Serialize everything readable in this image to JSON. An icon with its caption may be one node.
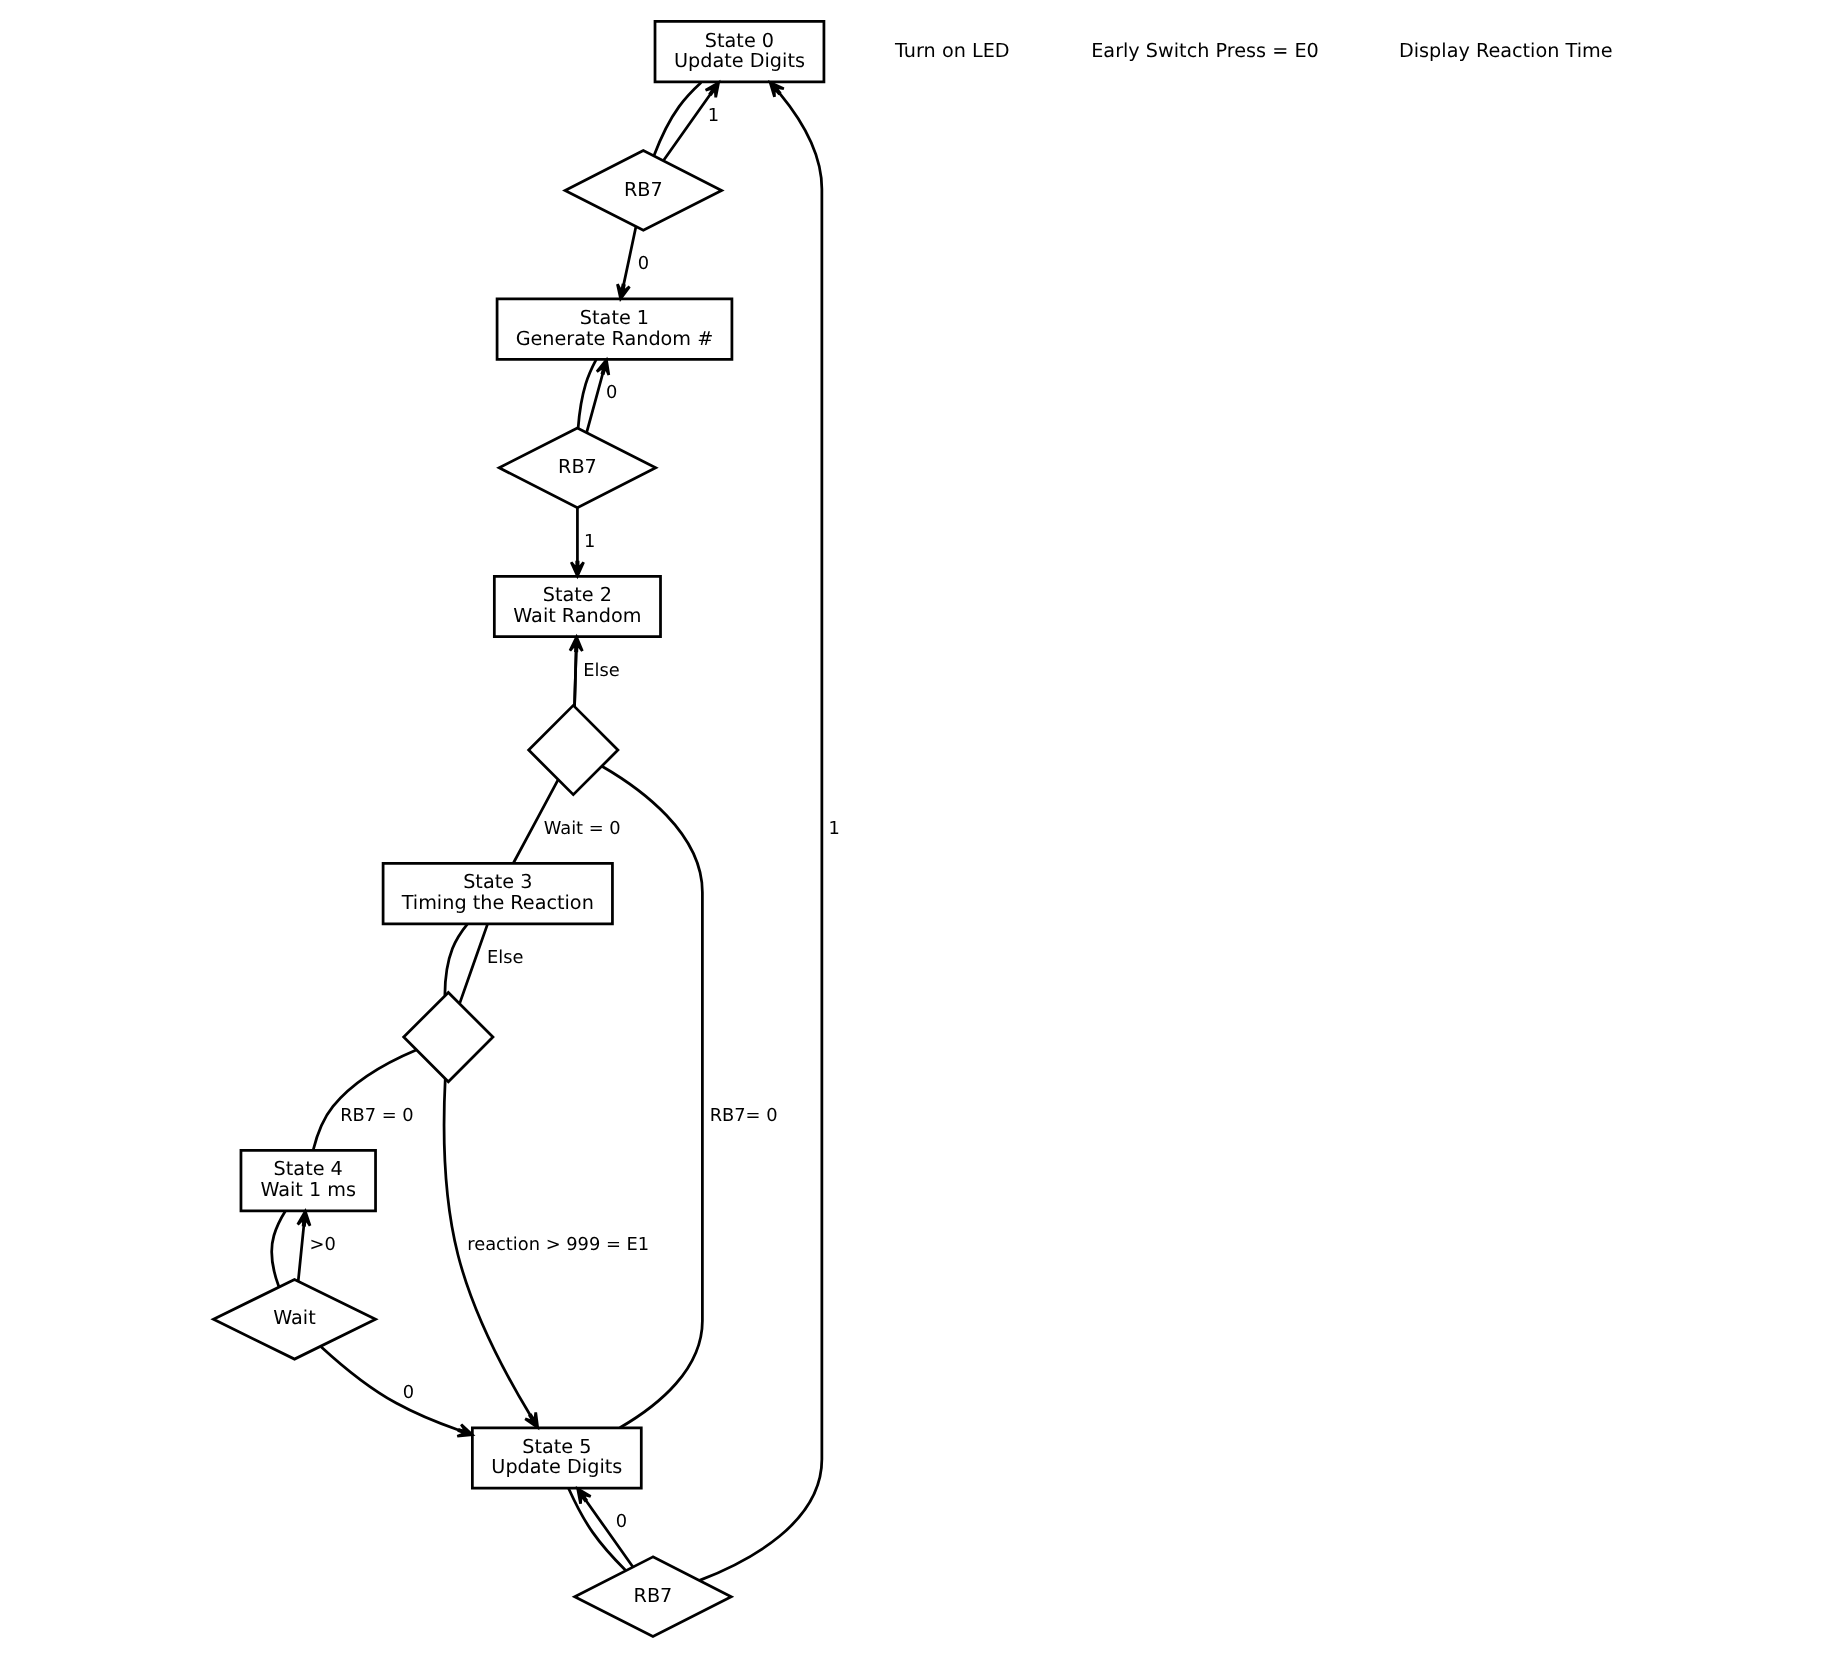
{
  "diagram": {
    "nodes": [
      {
        "text": [
          "State 0",
          "Update Digits"
        ]
      },
      {
        "text": [
          "RB7"
        ]
      },
      {
        "text": [
          "State 1",
          "Generate Random #"
        ]
      },
      {
        "text": [
          "RB7"
        ]
      },
      {
        "text": [
          "State 2",
          "Wait Random"
        ]
      },
      {
        "text": [],
        "shape": "diamond"
      },
      {
        "text": [
          "State 3",
          "Timing the Reaction"
        ]
      },
      {
        "text": [],
        "shape": "diamond"
      },
      {
        "text": [
          "State 4",
          "Wait 1 ms"
        ]
      },
      {
        "text": [
          "Wait"
        ]
      },
      {
        "text": [
          "State 5",
          "Update Digits"
        ]
      },
      {
        "text": [
          "RB7"
        ]
      }
    ],
    "edges": [
      {
        "from": 0,
        "to": 1,
        "arrow": "none"
      },
      {
        "from": 1,
        "to": 0,
        "label": "1",
        "arrow": "to"
      },
      {
        "from": 1,
        "to": 2,
        "label": "0",
        "arrow": "to"
      },
      {
        "from": 2,
        "to": 3,
        "arrow": "none"
      },
      {
        "from": 3,
        "to": 2,
        "label": "0",
        "arrow": "to"
      },
      {
        "from": 3,
        "to": 4,
        "label": "1",
        "arrow": "to"
      },
      {
        "from": 4,
        "to": 5,
        "arrow": "none"
      },
      {
        "from": 5,
        "to": 4,
        "label": "Else",
        "arrow": "to"
      },
      {
        "from": 5,
        "to": 6,
        "label": "Wait = 0",
        "arrow": "none"
      },
      {
        "from": 5,
        "to": 10,
        "label": "RB7= 0",
        "arrow": "none"
      },
      {
        "from": 6,
        "to": 7,
        "arrow": "none"
      },
      {
        "from": 7,
        "to": 6,
        "label": "Else",
        "arrow": "none"
      },
      {
        "from": 7,
        "to": 10,
        "label": "reaction > 999 = E1",
        "arrow": "to"
      },
      {
        "from": 7,
        "to": 8,
        "label": "RB7 = 0",
        "arrow": "none"
      },
      {
        "from": 8,
        "to": 9,
        "arrow": "none"
      },
      {
        "from": 9,
        "to": 8,
        "label": ">0",
        "arrow": "to"
      },
      {
        "from": 9,
        "to": 10,
        "label": "0",
        "arrow": "to"
      },
      {
        "from": 10,
        "to": 11,
        "arrow": "none"
      },
      {
        "from": 11,
        "to": 10,
        "label": "0",
        "arrow": "to"
      },
      {
        "from": 11,
        "to": 0,
        "label": "1",
        "arrow": "to"
      }
    ],
    "labels": [
      "Turn on LED",
      "Early Switch Press = E0",
      "Display Reaction Time"
    ]
  }
}
